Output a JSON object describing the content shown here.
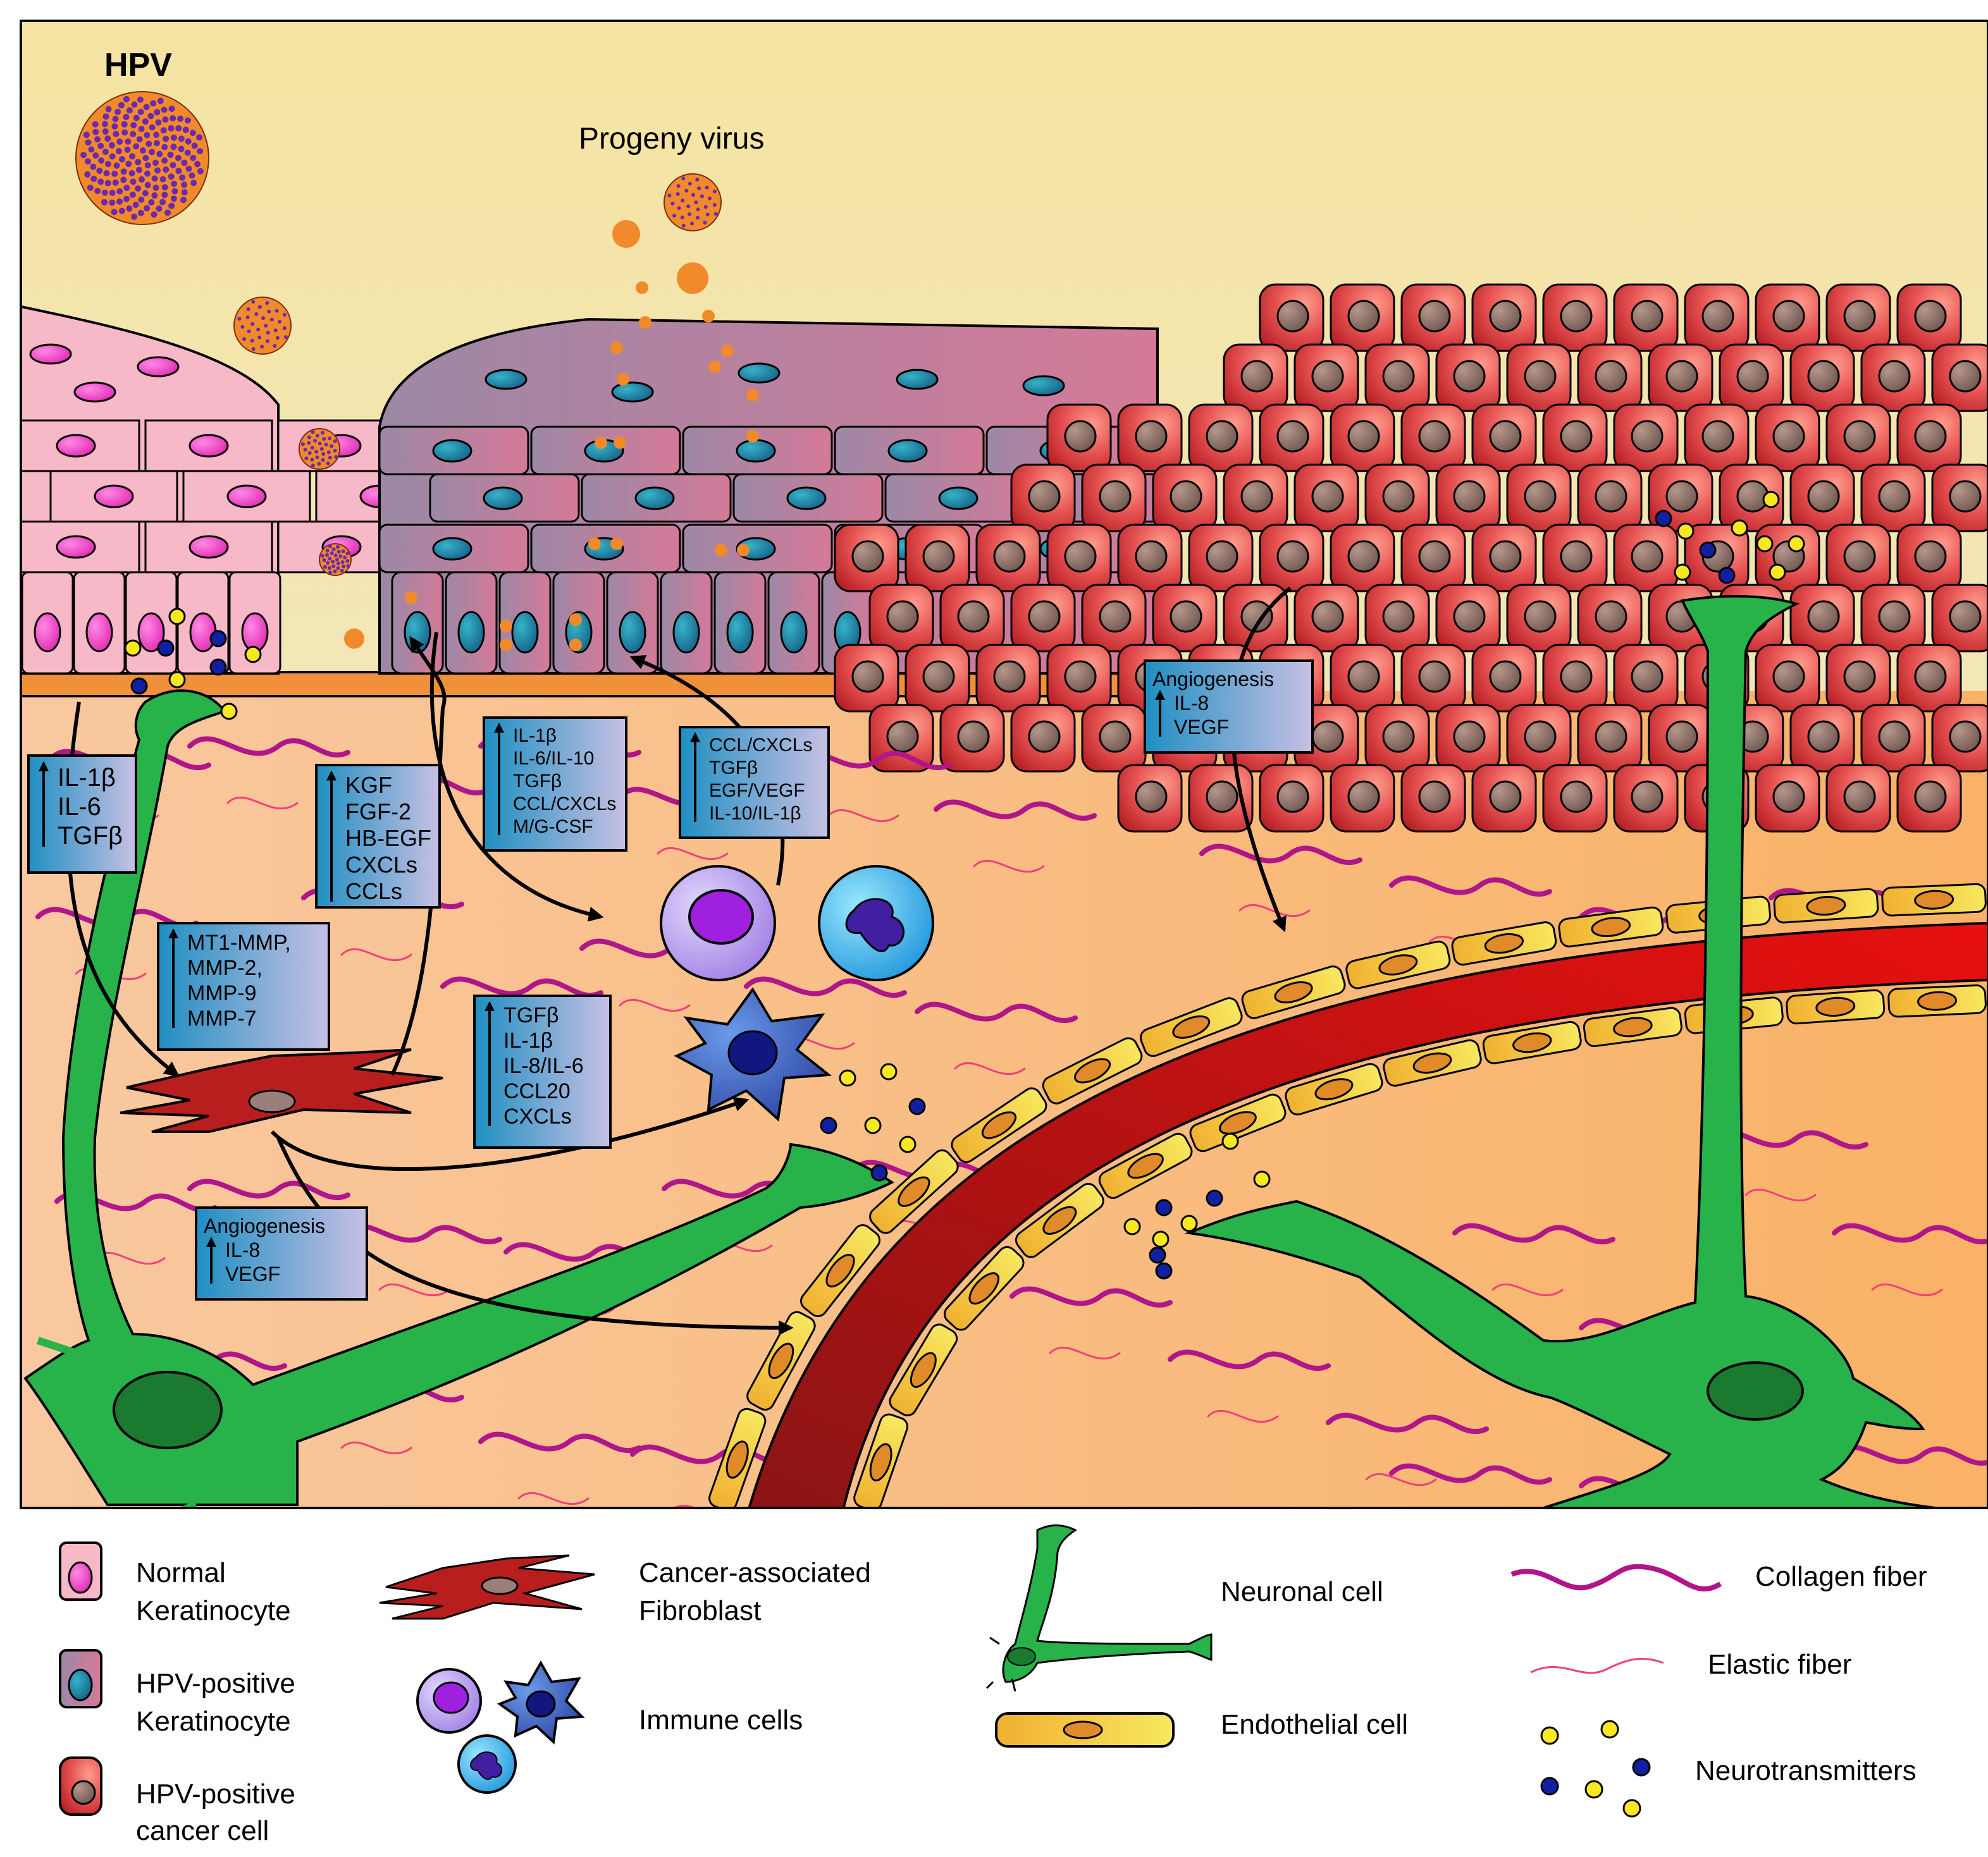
{
  "title": "HPV",
  "progeny_label": "Progeny virus",
  "boxes": {
    "kc_signals": [
      "IL-1β",
      "IL-6",
      "TGFβ"
    ],
    "caf_growth": [
      "KGF",
      "FGF-2",
      "HB-EGF",
      "CXCLs",
      "CCLs"
    ],
    "hpv_cytokines": [
      "IL-1β",
      "IL-6/IL-10",
      "TGFβ",
      "CCL/CXCLs",
      "M/G-CSF"
    ],
    "immune_cytokines": [
      "CCL/CXCLs",
      "TGFβ",
      "EGF/VEGF",
      "IL-10/IL-1β"
    ],
    "mmps": [
      "MT1-MMP,",
      "MMP-2,",
      "MMP-9",
      "MMP-7"
    ],
    "caf_immune": [
      "TGFβ",
      "IL-1β",
      "IL-8/IL-6",
      "CCL20",
      "CXCLs"
    ],
    "angio_left": {
      "heading": "Angiogenesis",
      "items": [
        "IL-8",
        "VEGF"
      ]
    },
    "angio_right": {
      "heading": "Angiogenesis",
      "items": [
        "IL-8",
        "VEGF"
      ]
    }
  },
  "legend": {
    "normal_kc": [
      "Normal",
      "Keratinocyte"
    ],
    "hpv_kc": [
      "HPV-positive",
      "Keratinocyte"
    ],
    "cancer_cell": [
      "HPV-positive",
      "cancer cell"
    ],
    "caf": [
      "Cancer-associated",
      "Fibroblast"
    ],
    "immune": "Immune cells",
    "neuronal": "Neuronal cell",
    "endothelial": "Endothelial cell",
    "collagen": "Collagen fiber",
    "elastic": "Elastic fiber",
    "neurotransmitters": "Neurotransmitters"
  },
  "colors": {
    "sky": "#f3e3a8",
    "stroma": "#f7bd84",
    "normal_kc": "#f7b8c8",
    "normal_nucleus": "#f048c8",
    "hpv_kc": "#b07a9a",
    "hpv_nucleus": "#1a8aa8",
    "cancer": "#e04848",
    "cancer_nucleus": "#8a6e68",
    "vessel": "#c41414",
    "endothelial": "#f2c63a",
    "neuron": "#27b24a",
    "collagen": "#b0158a",
    "elastic": "#f0407a",
    "virus": "#f08a2a",
    "caf": "#b81e1e",
    "box": "#2b95c6"
  }
}
